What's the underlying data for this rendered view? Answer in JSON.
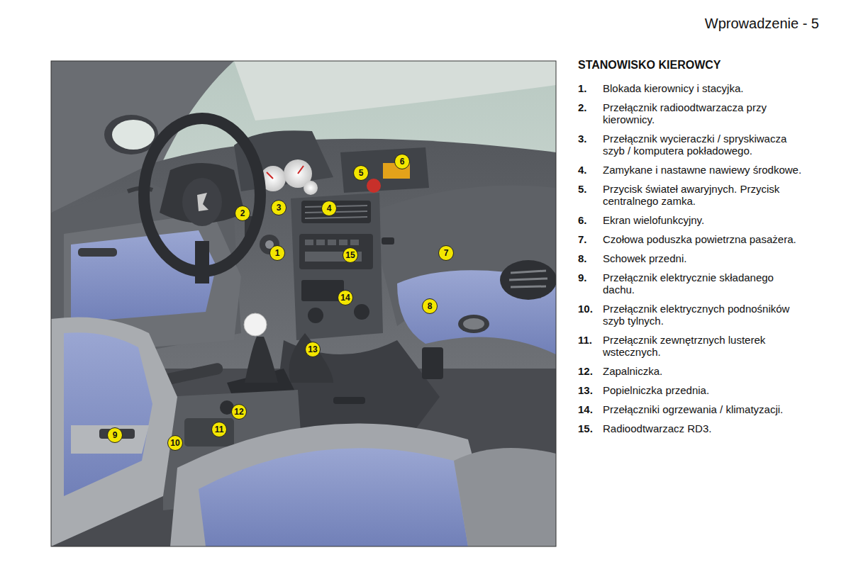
{
  "diagram": {
    "title": "STANOWISKO KIEROWCY",
    "nodes": [
      {
        "text": [
          "6"
        ]
      },
      {
        "text": [
          "5"
        ]
      },
      {
        "text": [
          "3"
        ]
      },
      {
        "text": [
          "4"
        ]
      },
      {
        "text": [
          "2"
        ]
      },
      {
        "text": [
          "7"
        ]
      },
      {
        "text": [
          "1"
        ]
      },
      {
        "text": [
          "15"
        ]
      },
      {
        "text": [
          "8"
        ]
      },
      {
        "text": [
          "14"
        ]
      },
      {
        "text": [
          "13"
        ]
      },
      {
        "text": [
          "12"
        ]
      },
      {
        "text": [
          "11"
        ]
      },
      {
        "text": [
          "9"
        ]
      },
      {
        "text": [
          "10"
        ]
      }
    ],
    "labels": [
      "Wprowadzenie - 5",
      "1.",
      "Blokada kierownicy i stacyjka.",
      "2.",
      "Przełącznik radioodtwarzacza przy kierownicy.",
      "3.",
      "Przełącznik wycieraczki / spryskiwacza szyb / komputera pokładowego.",
      "4.",
      "Zamykane i nastawne nawiewy środkowe.",
      "5.",
      "Przycisk świateł awaryjnych. Przycisk centralnego zamka.",
      "6.",
      "Ekran wielofunkcyjny.",
      "7.",
      "Czołowa poduszka powietrzna pasażera.",
      "8.",
      "Schowek przedni.",
      "9.",
      "Przełącznik elektrycznie składanego dachu.",
      "10.",
      "Przełącznik elektrycznych podnośników szyb tylnych.",
      "11.",
      "Przełącznik zewnętrznych lusterek wstecznych.",
      "12.",
      "Zapalniczka.",
      "13.",
      "Popielniczka przednia.",
      "14.",
      "Przełączniki ogrzewania / klimatyzacji.",
      "15.",
      "Radioodtwarzacz RD3."
    ]
  }
}
